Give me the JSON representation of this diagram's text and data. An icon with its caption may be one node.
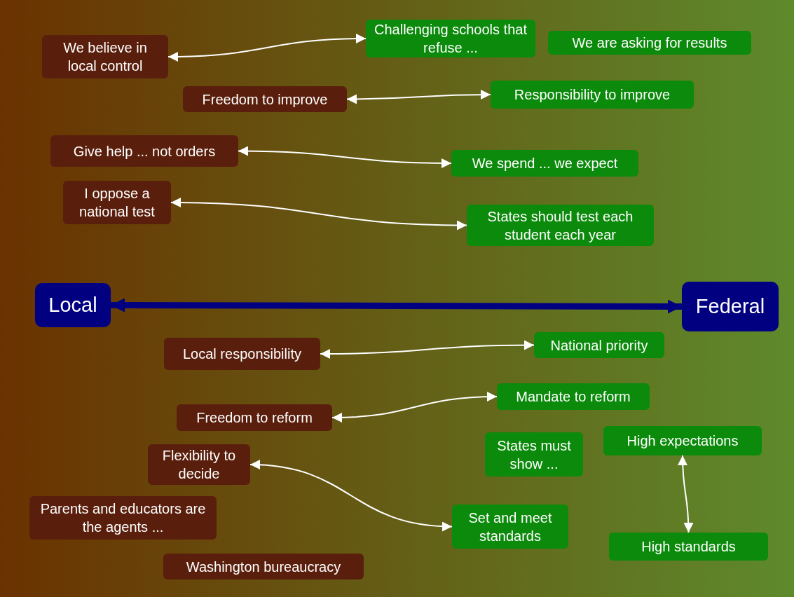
{
  "diagram": {
    "nodes": [
      {
        "text": [
          "We believe in local control"
        ]
      },
      {
        "text": [
          "Challenging schools that refuse ..."
        ]
      },
      {
        "text": [
          "We are asking for results"
        ]
      },
      {
        "text": [
          "Freedom to improve"
        ]
      },
      {
        "text": [
          "Responsibility to improve"
        ]
      },
      {
        "text": [
          "Give help ... not orders"
        ]
      },
      {
        "text": [
          "We spend ... we expect"
        ]
      },
      {
        "text": [
          "I oppose a national test"
        ]
      },
      {
        "text": [
          "States should test each student each year"
        ]
      },
      {
        "text": [
          "Local"
        ]
      },
      {
        "text": [
          "Federal"
        ]
      },
      {
        "text": [
          "Local responsibility"
        ]
      },
      {
        "text": [
          "National priority"
        ]
      },
      {
        "text": [
          "Freedom to reform"
        ]
      },
      {
        "text": [
          "Mandate to reform"
        ]
      },
      {
        "text": [
          "Flexibility to decide"
        ]
      },
      {
        "text": [
          "States must show ..."
        ]
      },
      {
        "text": [
          "High expectations"
        ]
      },
      {
        "text": [
          "Parents and educators are the agents ..."
        ]
      },
      {
        "text": [
          "Set and meet standards"
        ]
      },
      {
        "text": [
          "High standards"
        ]
      },
      {
        "text": [
          "Washington bureaucracy"
        ]
      }
    ],
    "edges": [
      {
        "from": 0,
        "to": 1,
        "arrow": "both"
      },
      {
        "from": 3,
        "to": 4,
        "arrow": "both"
      },
      {
        "from": 5,
        "to": 6,
        "arrow": "both"
      },
      {
        "from": 7,
        "to": 8,
        "arrow": "both"
      },
      {
        "from": 9,
        "to": 10,
        "arrow": "both",
        "style": "thick",
        "color": "#000080"
      },
      {
        "from": 11,
        "to": 12,
        "arrow": "both"
      },
      {
        "from": 13,
        "to": 14,
        "arrow": "both"
      },
      {
        "from": 15,
        "to": 19,
        "arrow": "both"
      },
      {
        "from": 17,
        "to": 20,
        "arrow": "both"
      }
    ]
  }
}
